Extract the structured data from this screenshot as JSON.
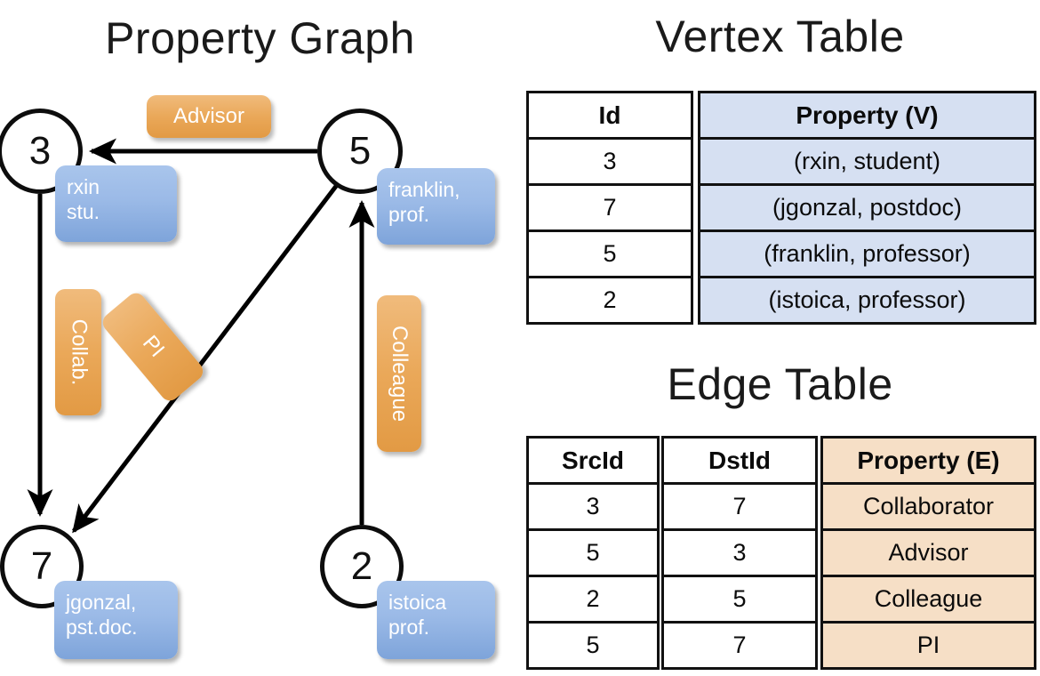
{
  "titles": {
    "graph": "Property Graph",
    "vertex_table": "Vertex Table",
    "edge_table": "Edge Table"
  },
  "graph": {
    "nodes": [
      {
        "id": "3",
        "property_lines": [
          "rxin",
          "stu."
        ]
      },
      {
        "id": "5",
        "property_lines": [
          "franklin,",
          "prof."
        ]
      },
      {
        "id": "7",
        "property_lines": [
          "jgonzal,",
          "pst.doc."
        ]
      },
      {
        "id": "2",
        "property_lines": [
          "istoica",
          "prof."
        ]
      }
    ],
    "edge_labels": [
      {
        "label": "Advisor",
        "from": "5",
        "to": "3"
      },
      {
        "label": "Collab.",
        "from": "3",
        "to": "7"
      },
      {
        "label": "PI",
        "from": "5",
        "to": "7"
      },
      {
        "label": "Colleague",
        "from": "2",
        "to": "5"
      }
    ]
  },
  "vertex_table": {
    "headers": [
      "Id",
      "Property (V)"
    ],
    "rows": [
      {
        "id": "3",
        "property": "(rxin, student)"
      },
      {
        "id": "7",
        "property": "(jgonzal, postdoc)"
      },
      {
        "id": "5",
        "property": "(franklin, professor)"
      },
      {
        "id": "2",
        "property": "(istoica, professor)"
      }
    ]
  },
  "edge_table": {
    "headers": [
      "SrcId",
      "DstId",
      "Property (E)"
    ],
    "rows": [
      {
        "src": "3",
        "dst": "7",
        "property": "Collaborator"
      },
      {
        "src": "5",
        "dst": "3",
        "property": "Advisor"
      },
      {
        "src": "2",
        "dst": "5",
        "property": "Colleague"
      },
      {
        "src": "5",
        "dst": "7",
        "property": "PI"
      }
    ]
  },
  "colors": {
    "node_fill": "#ffffff",
    "node_stroke": "#0d0d0d",
    "vertex_bubble": "#8fb0e0",
    "edge_label": "#eaa44f",
    "vertex_table_accent": "#d6e0f2",
    "edge_table_accent": "#f6dfc6",
    "arrow": "#000000"
  }
}
